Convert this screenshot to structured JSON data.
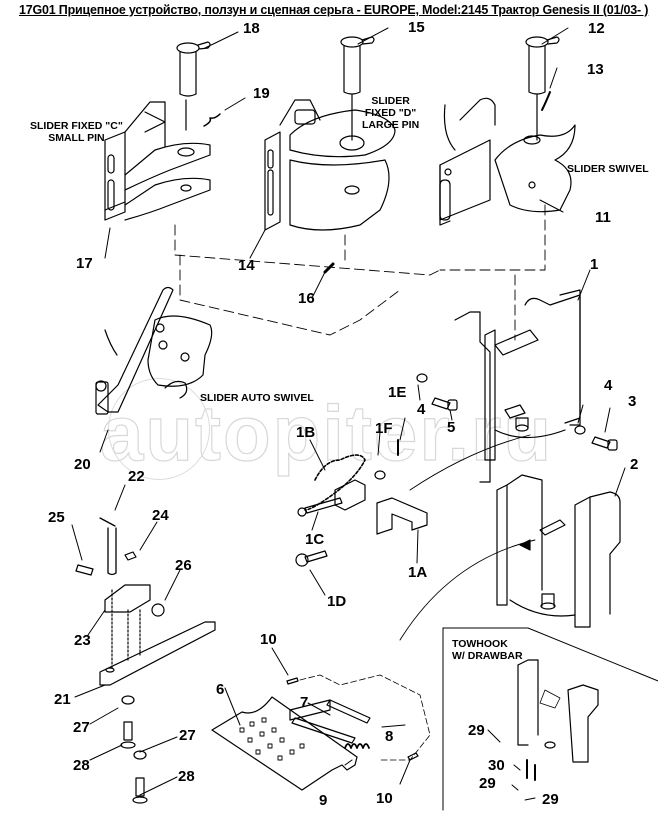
{
  "header": {
    "title": "17G01 Прицепное устройство, ползун и сцепная серьга - EUROPE, Model:2145 Трактор Genesis II (01/03- )"
  },
  "watermark": {
    "text": "autopiter.ru"
  },
  "captions": {
    "slider_fixed_c": [
      "SLIDER FIXED \"C\"",
      "SMALL PIN"
    ],
    "slider_fixed_d": [
      "SLIDER",
      "FIXED \"D\"",
      "LARGE PIN"
    ],
    "slider_swivel": "SLIDER SWIVEL",
    "slider_auto_swivel": "SLIDER AUTO SWIVEL",
    "towhook": [
      "TOWHOOK",
      "W/ DRAWBAR"
    ]
  },
  "callouts": [
    {
      "id": "18",
      "label": "18"
    },
    {
      "id": "15",
      "label": "15"
    },
    {
      "id": "12",
      "label": "12"
    },
    {
      "id": "19",
      "label": "19"
    },
    {
      "id": "13",
      "label": "13"
    },
    {
      "id": "17",
      "label": "17"
    },
    {
      "id": "14",
      "label": "14"
    },
    {
      "id": "11",
      "label": "11"
    },
    {
      "id": "16",
      "label": "16"
    },
    {
      "id": "1",
      "label": "1"
    },
    {
      "id": "20",
      "label": "20"
    },
    {
      "id": "1E",
      "label": "1E"
    },
    {
      "id": "4a",
      "label": "4"
    },
    {
      "id": "5",
      "label": "5"
    },
    {
      "id": "4b",
      "label": "4"
    },
    {
      "id": "3",
      "label": "3"
    },
    {
      "id": "1B",
      "label": "1B"
    },
    {
      "id": "1F",
      "label": "1F"
    },
    {
      "id": "2",
      "label": "2"
    },
    {
      "id": "22",
      "label": "22"
    },
    {
      "id": "25",
      "label": "25"
    },
    {
      "id": "24",
      "label": "24"
    },
    {
      "id": "26",
      "label": "26"
    },
    {
      "id": "1C",
      "label": "1C"
    },
    {
      "id": "1A",
      "label": "1A"
    },
    {
      "id": "1D",
      "label": "1D"
    },
    {
      "id": "23",
      "label": "23"
    },
    {
      "id": "10a",
      "label": "10"
    },
    {
      "id": "21",
      "label": "21"
    },
    {
      "id": "6",
      "label": "6"
    },
    {
      "id": "7",
      "label": "7"
    },
    {
      "id": "8",
      "label": "8"
    },
    {
      "id": "27a",
      "label": "27"
    },
    {
      "id": "27b",
      "label": "27"
    },
    {
      "id": "28a",
      "label": "28"
    },
    {
      "id": "9",
      "label": "9"
    },
    {
      "id": "10b",
      "label": "10"
    },
    {
      "id": "28b",
      "label": "28"
    },
    {
      "id": "29a",
      "label": "29"
    },
    {
      "id": "30",
      "label": "30"
    },
    {
      "id": "29b",
      "label": "29"
    },
    {
      "id": "29c",
      "label": "29"
    }
  ]
}
